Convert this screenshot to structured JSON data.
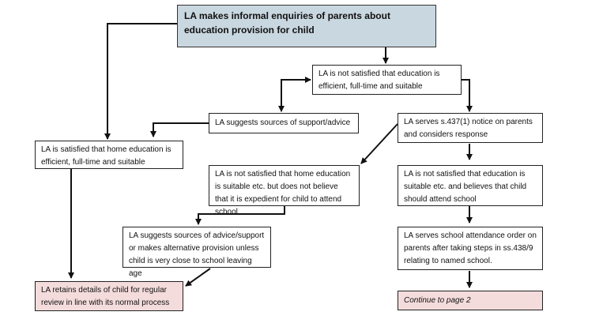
{
  "nodes": {
    "informal_enquiries": "LA makes informal enquiries of parents about education provision for child",
    "not_satisfied_efficient": "LA is not satisfied that education is efficient, full-time and suitable",
    "suggests_support": "LA suggests sources of support/advice",
    "serves_notice": "LA serves s.437(1) notice on parents and considers response",
    "satisfied_home_education": "LA is satisfied that home education is efficient, full-time and suitable",
    "not_satisfied_not_expedient": "LA is not satisfied that home education is suitable etc. but does not believe that it is expedient for child to attend school",
    "not_satisfied_should_attend": "LA is not satisfied that education is suitable etc. and believes that child should attend school",
    "suggests_alternative": "LA suggests sources of advice/support or makes alternative provision unless child is very close to school leaving age",
    "serves_attendance_order": "LA serves school attendance order on parents after taking steps in ss.438/9 relating to named school.",
    "retains_details": "LA retains details of child for regular review in line with its normal process",
    "continue": "Continue to page 2"
  },
  "colors": {
    "start_fill": "#c9d7e0",
    "end_fill": "#f5dcdc",
    "arrow": "#111111"
  }
}
